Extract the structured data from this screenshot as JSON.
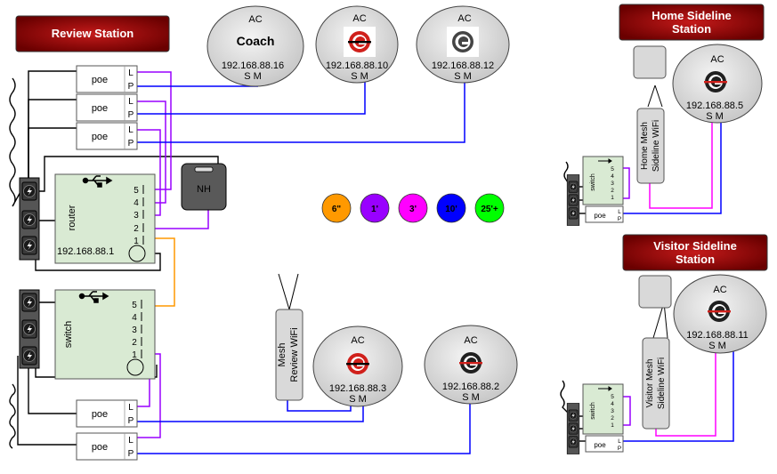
{
  "stations": {
    "review": "Review Station",
    "home": "Home Sideline Station",
    "visitor": "Visitor Sideline Station"
  },
  "access_points": {
    "type_label": "AC",
    "coach_label": "Coach",
    "ports_label": "S M",
    "ips": {
      "coach": "192.168.88.16",
      "ap10": "192.168.88.10",
      "ap12": "192.168.88.12",
      "ap3": "192.168.88.3",
      "ap2": "192.168.88.2",
      "ap5": "192.168.88.5",
      "ap11": "192.168.88.11"
    }
  },
  "router": {
    "label": "router",
    "ip": "192.168.88.1",
    "ports": [
      "5",
      "4",
      "3",
      "2",
      "1"
    ]
  },
  "switch": {
    "label": "switch",
    "ports": [
      "5",
      "4",
      "3",
      "2",
      "1"
    ]
  },
  "poe": {
    "label": "poe",
    "port_l": "L",
    "port_p": "P"
  },
  "nh": {
    "label": "NH"
  },
  "mesh": {
    "review_line1": "Mesh",
    "review_line2": "Review  WiFi",
    "home_line1": "Home Mesh",
    "home_line2": "Sideline  WiFi",
    "visitor_line1": "Visitor Mesh",
    "visitor_line2": "Sideline  WiFi"
  },
  "legend": {
    "items": [
      {
        "label": "6\"",
        "color": "#ff9900"
      },
      {
        "label": "1'",
        "color": "#9900ff"
      },
      {
        "label": "3'",
        "color": "#ff00ff"
      },
      {
        "label": "10'",
        "color": "#0000ff"
      },
      {
        "label": "25'+",
        "color": "#00ff00"
      }
    ]
  },
  "colors": {
    "station_fill": "#c00000",
    "cable_purple": "#9900ff",
    "cable_magenta": "#ff00ff",
    "cable_blue": "#0000ff",
    "cable_orange": "#ff9900",
    "cable_green": "#00ff00",
    "device_green": "#d9ead3",
    "ap_fill": "#d9d9d9",
    "logo_red": "#d0201b"
  }
}
